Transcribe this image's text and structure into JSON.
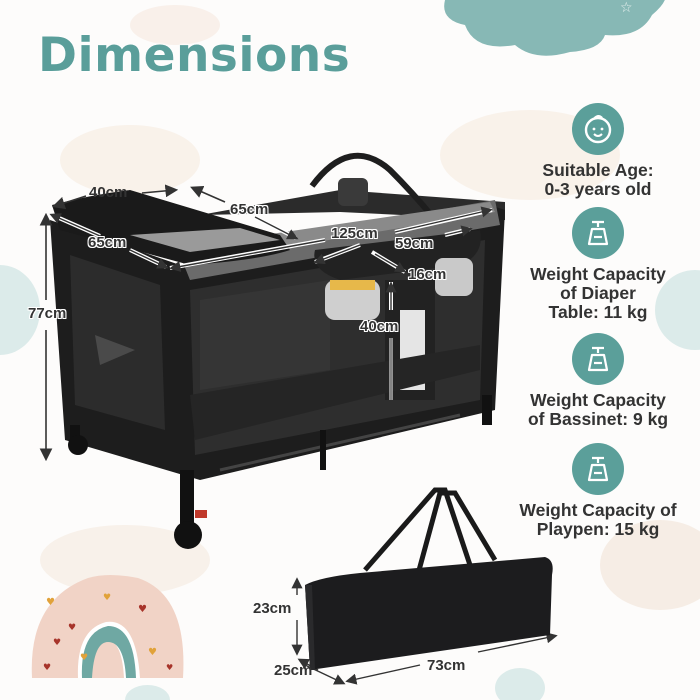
{
  "title": "Dimensions",
  "colors": {
    "accent": "#5b9f9a",
    "text": "#333333",
    "cloud_teal": "#87b8b5",
    "rainbow_pink": "#f1d3c6",
    "background": "#fdfcfb"
  },
  "features": [
    {
      "icon": "baby-face-icon",
      "line1": "Suitable Age:",
      "line2": "0-3 years old",
      "line3": ""
    },
    {
      "icon": "weight-icon",
      "line1": "Weight Capacity",
      "line2": "of Diaper",
      "line3": "Table: 11 kg"
    },
    {
      "icon": "weight-icon",
      "line1": "Weight Capacity",
      "line2": "of Bassinet: 9 kg",
      "line3": ""
    },
    {
      "icon": "weight-icon",
      "line1": "Weight Capacity of",
      "line2": "Playpen: 15 kg",
      "line3": ""
    }
  ],
  "crib_dimensions": {
    "changing_table_width": "40cm",
    "changing_table_length": "65cm",
    "bassinet_length": "65cm",
    "overall_length": "125cm",
    "organizer_length": "59cm",
    "organizer_depth": "16cm",
    "organizer_height": "40cm",
    "overall_height": "77cm"
  },
  "bag_dimensions": {
    "height": "23cm",
    "depth": "25cm",
    "length": "73cm"
  }
}
